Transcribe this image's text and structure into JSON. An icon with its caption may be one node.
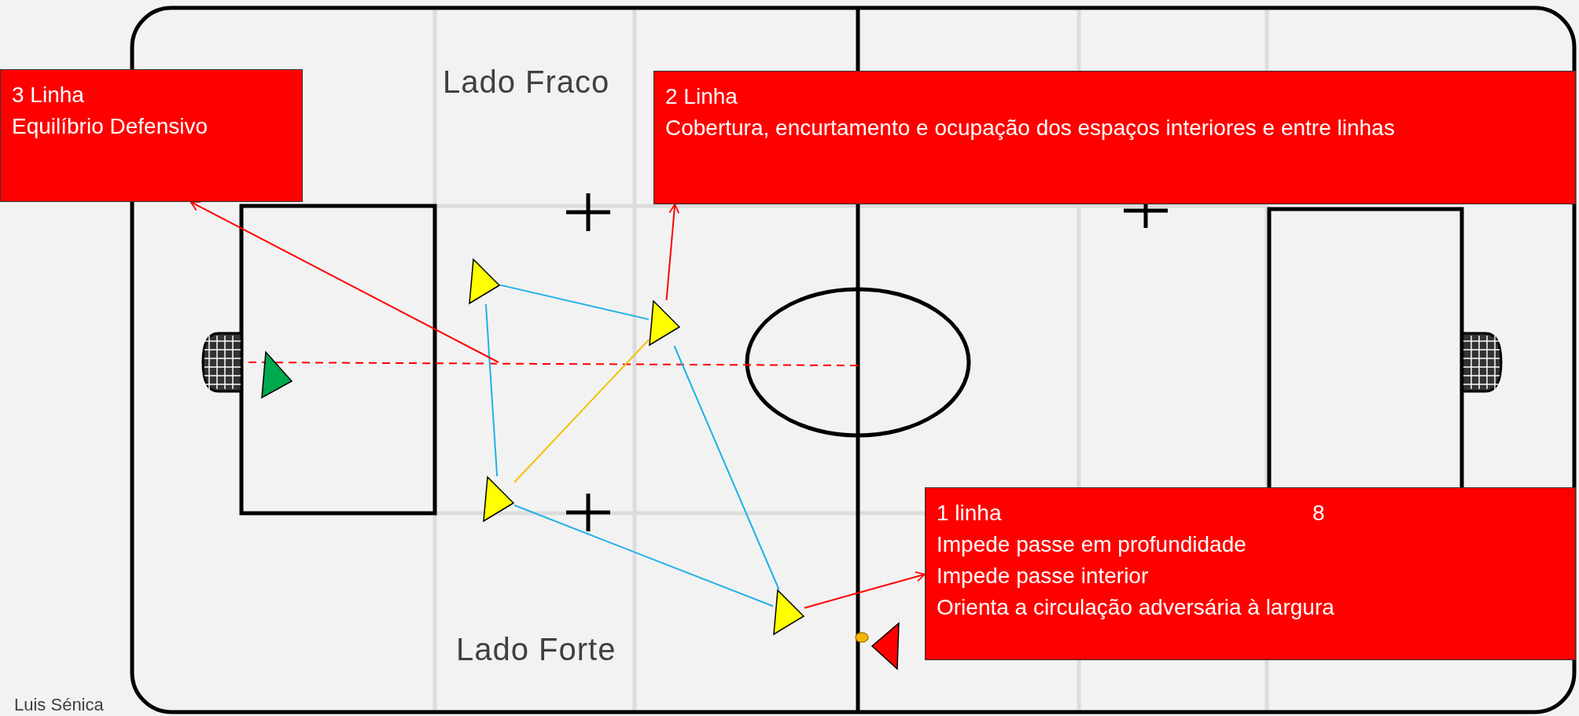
{
  "diagram": {
    "nodes": [
      {
        "text": [
          "3 Linha",
          "Equilíbrio Defensivo"
        ]
      },
      {
        "text": [
          "2 Linha",
          "Cobertura, encurtamento e ocupação dos espaços interiores e entre linhas"
        ]
      },
      {
        "text": [],
        "shape": "triangle"
      },
      {
        "text": [],
        "shape": "triangle"
      },
      {
        "text": [],
        "shape": "triangle"
      },
      {
        "text": [],
        "shape": "triangle"
      },
      {
        "text": [],
        "shape": "triangle"
      },
      {
        "text": [],
        "shape": "circle"
      },
      {
        "text": [],
        "shape": "triangle"
      },
      {
        "text": [
          "1 linha",
          "8",
          "Impede passe em profundidade",
          "Impede passe interior",
          "Orienta a circulação adversária à largura"
        ]
      }
    ],
    "edges": [
      {
        "from": 2,
        "to": 3,
        "arrow": "none"
      },
      {
        "from": 2,
        "to": 5,
        "arrow": "none"
      },
      {
        "from": 3,
        "to": 6,
        "arrow": "none"
      },
      {
        "from": 5,
        "to": 6,
        "arrow": "none"
      },
      {
        "from": 5,
        "to": 3,
        "arrow": "none",
        "color": "#f5c000"
      },
      {
        "from": 6,
        "to": 9,
        "arrow": "to",
        "color": "#ff0000"
      },
      {
        "from": 3,
        "to": 1,
        "arrow": "to",
        "color": "#ff0000"
      },
      {
        "from": null,
        "to": 0,
        "arrow": "to",
        "color": "#ff0000"
      }
    ],
    "labels": [
      "Lado Fraco",
      "Lado Forte",
      "Luis Sénica"
    ]
  }
}
